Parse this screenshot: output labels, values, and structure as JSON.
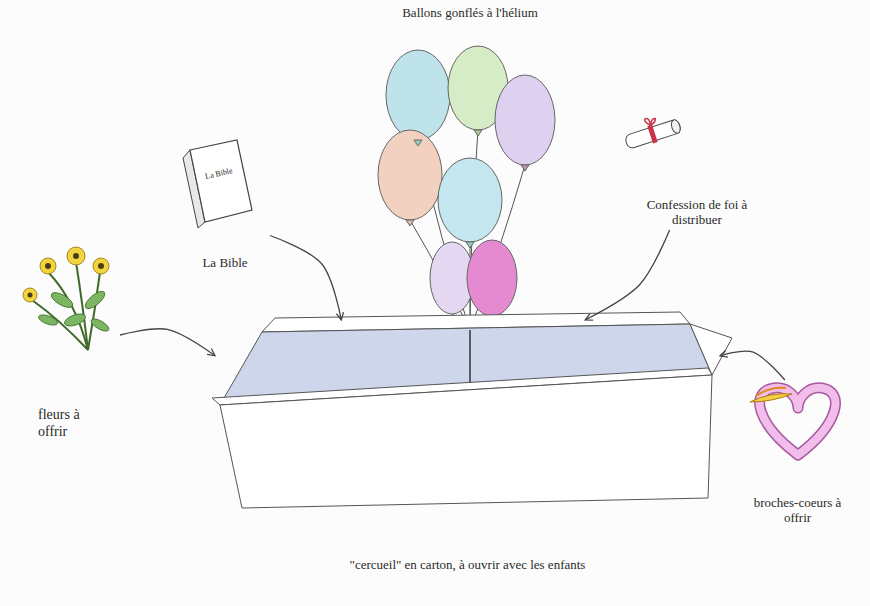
{
  "diagram": {
    "nodes": [
      {
        "text": [
          "Ballons gonflés à l'hélium"
        ]
      },
      {
        "text": [
          "La Bible"
        ]
      },
      {
        "text": [
          "Confession de foi à distribuer"
        ]
      },
      {
        "text": [
          "fleurs à offrir"
        ]
      },
      {
        "text": [
          "broches-coeurs à offrir"
        ]
      },
      {
        "text": [
          "\"cercueil\" en carton, à ouvrir avec les enfants"
        ]
      }
    ],
    "edges": [
      {
        "from": 3,
        "to": 5,
        "arrow": "to"
      },
      {
        "from": 1,
        "to": 5,
        "arrow": "to"
      },
      {
        "from": 2,
        "to": 5,
        "arrow": "to"
      },
      {
        "from": 4,
        "to": 5,
        "arrow": "to"
      }
    ],
    "labels": [
      "La Bible"
    ]
  }
}
